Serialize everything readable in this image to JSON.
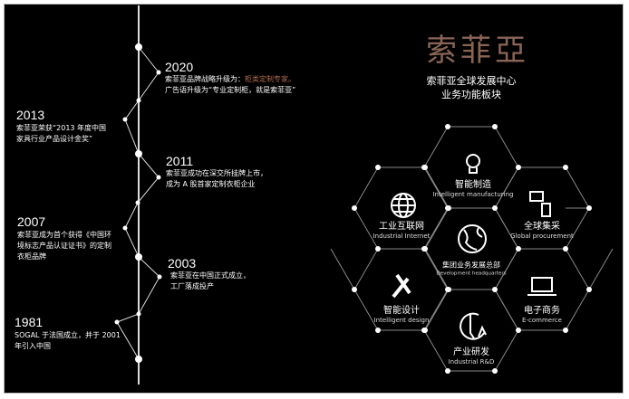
{
  "timeline": [
    {
      "year": "2020",
      "lines": [
        "索菲亚品牌战略升级为：",
        "广告语升级为“专业定制柜，就是索菲亚”"
      ],
      "highlight": "柜类定制专家。"
    },
    {
      "year": "2013",
      "lines": [
        "索菲亚荣获“2013 年度中国",
        "家具行业产品设计金奖”"
      ]
    },
    {
      "year": "2011",
      "lines": [
        "索菲亚成功在深交所挂牌上市，",
        "成为 A 股首家定制衣柜企业"
      ]
    },
    {
      "year": "2007",
      "lines": [
        "索菲亚成为首个获得《中国环",
        "境标志产品认证证书》的定制",
        "衣柜品牌"
      ]
    },
    {
      "year": "2003",
      "lines": [
        "索菲亚在中国正式成立，",
        "工厂落成投产"
      ]
    },
    {
      "year": "1981",
      "lines": [
        "SOGAL 于法国成立，并于 2001",
        "年引入中国"
      ]
    }
  ],
  "brand": {
    "logo": "索菲亞",
    "subtitle1": "索菲亚全球发展中心",
    "subtitle2": "业务功能板块",
    "color": "#8a6556"
  },
  "modules": [
    {
      "cn": "智能制造",
      "en": "Intelligent  manufacturing",
      "icon": "lightbulb-icon"
    },
    {
      "cn": "工业互联网",
      "en": "Industrial Internet",
      "icon": "globe-icon"
    },
    {
      "cn": "全球集采",
      "en": "Global procurement",
      "icon": "devices-icon"
    },
    {
      "cn": "集团业务发展总部",
      "en": "Development headquarters",
      "icon": "earth-icon"
    },
    {
      "cn": "智能设计",
      "en": "Intelligent  design",
      "icon": "pencil-ruler-icon"
    },
    {
      "cn": "电子商务",
      "en": "E-commerce",
      "icon": "laptop-icon"
    },
    {
      "cn": "产业研发",
      "en": "Industrial R&D",
      "icon": "research-icon"
    }
  ],
  "accent": "#b06a50"
}
